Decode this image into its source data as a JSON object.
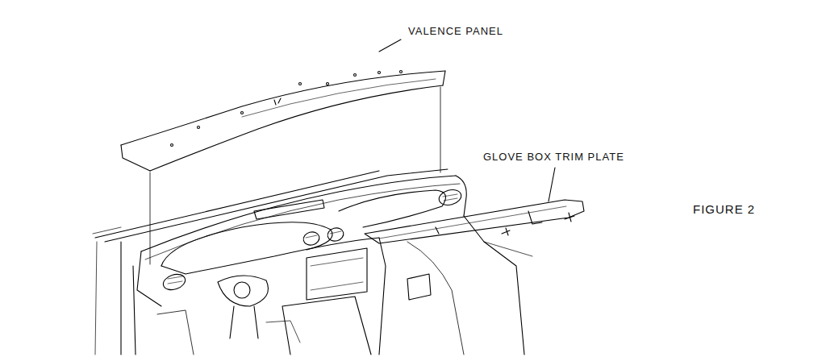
{
  "diagram": {
    "labels": [
      "VALENCE PANEL",
      "GLOVE BOX TRIM PLATE",
      "FIGURE 2"
    ]
  }
}
